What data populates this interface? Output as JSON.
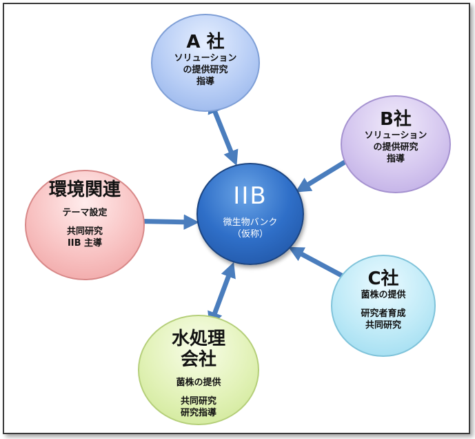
{
  "center": {
    "title": "IIB",
    "subtitle": "微生物バンク\n（仮称）"
  },
  "nodes": {
    "a": {
      "title": "A 社",
      "desc": "ソリューション\nの提供研究\n指導"
    },
    "b": {
      "title": "B社",
      "desc": "ソリューション\nの提供研究\n指導"
    },
    "env": {
      "title": "環境関連",
      "desc1": "テーマ設定",
      "desc2": "共同研究\nIIB 主導"
    },
    "c": {
      "title": "C社",
      "desc1": "菌株の提供",
      "desc2": "研究者育成\n共同研究"
    },
    "water": {
      "title": "水処理\n会社",
      "desc1": "菌株の提供",
      "desc2": "共同研究\n研究指導"
    }
  },
  "colors": {
    "arrow": "#4a7dbd",
    "center": "#2f6fc8",
    "a": "#b7cdf5",
    "b": "#d5c7ef",
    "env": "#f8c2c2",
    "c": "#bfeaf7",
    "water": "#e2f2b8"
  },
  "icons": [
    "double-arrow-icon"
  ]
}
